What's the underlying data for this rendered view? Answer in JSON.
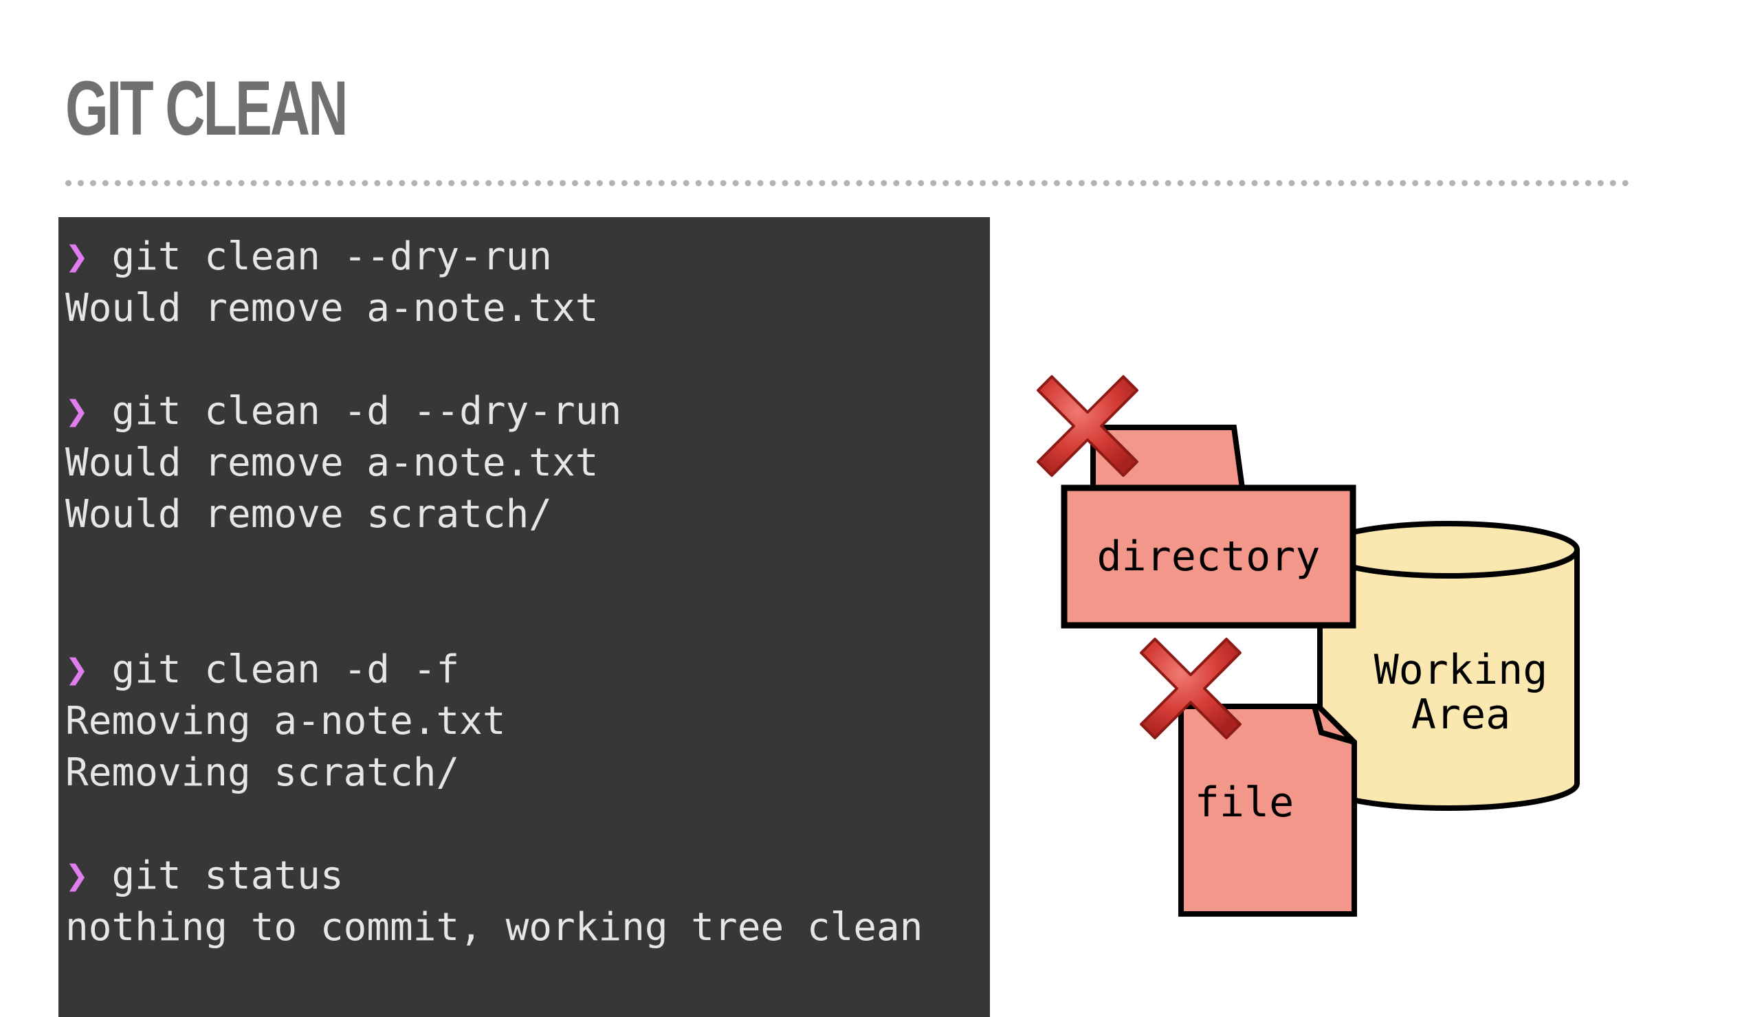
{
  "slide": {
    "title": "GIT CLEAN"
  },
  "terminal": {
    "prompt_symbol": "❯",
    "block1": {
      "command": "git clean --dry-run",
      "output": [
        "Would remove a-note.txt"
      ]
    },
    "block2": {
      "command": "git clean -d --dry-run",
      "output": [
        "Would remove a-note.txt",
        "Would remove scratch/"
      ]
    },
    "block3": {
      "command": "git clean -d -f",
      "output": [
        "Removing a-note.txt",
        "Removing scratch/"
      ]
    },
    "block4": {
      "command": "git status",
      "output": [
        "nothing to commit, working tree clean"
      ]
    }
  },
  "diagram": {
    "directory_label": "directory",
    "file_label": "file",
    "working_area_line1": "Working",
    "working_area_line2": "Area",
    "colors": {
      "item_fill": "#f2978a",
      "cylinder_fill": "#fbe8b0",
      "x_mark": "#d03a35",
      "outline": "#000000"
    },
    "icons": [
      "delete-x-icon",
      "folder-icon",
      "document-icon",
      "database-cylinder-icon"
    ]
  }
}
